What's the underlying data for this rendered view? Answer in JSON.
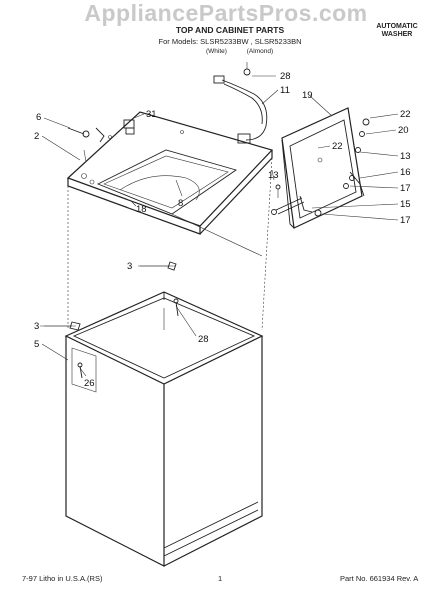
{
  "watermark": "AppliancePartsPros.com",
  "header": {
    "title": "TOP AND CABINET PARTS",
    "models": "For Models: SLSR5233BW , SLSR5233BN",
    "colors": [
      "(White)",
      "(Almond)"
    ],
    "product_line1": "AUTOMATIC",
    "product_line2": "WASHER"
  },
  "callouts": [
    {
      "id": "c28a",
      "label": "28"
    },
    {
      "id": "c11",
      "label": "11"
    },
    {
      "id": "c19",
      "label": "19"
    },
    {
      "id": "c6",
      "label": "6"
    },
    {
      "id": "c31",
      "label": "31"
    },
    {
      "id": "c22a",
      "label": "22"
    },
    {
      "id": "c2",
      "label": "2"
    },
    {
      "id": "c20",
      "label": "20"
    },
    {
      "id": "c22b",
      "label": "22"
    },
    {
      "id": "c13a",
      "label": "13"
    },
    {
      "id": "c16",
      "label": "16"
    },
    {
      "id": "c8",
      "label": "8"
    },
    {
      "id": "c18",
      "label": "18"
    },
    {
      "id": "c13b",
      "label": "13"
    },
    {
      "id": "c17a",
      "label": "17"
    },
    {
      "id": "c15",
      "label": "15"
    },
    {
      "id": "c17b",
      "label": "17"
    },
    {
      "id": "c3a",
      "label": "3"
    },
    {
      "id": "c28b",
      "label": "28"
    },
    {
      "id": "c3b",
      "label": "3"
    },
    {
      "id": "c5",
      "label": "5"
    },
    {
      "id": "c26",
      "label": "26"
    }
  ],
  "footer": {
    "left": "7-97 Litho in U.S.A.(RS)",
    "center": "1",
    "right": "Part No. 661934 Rev. A"
  }
}
